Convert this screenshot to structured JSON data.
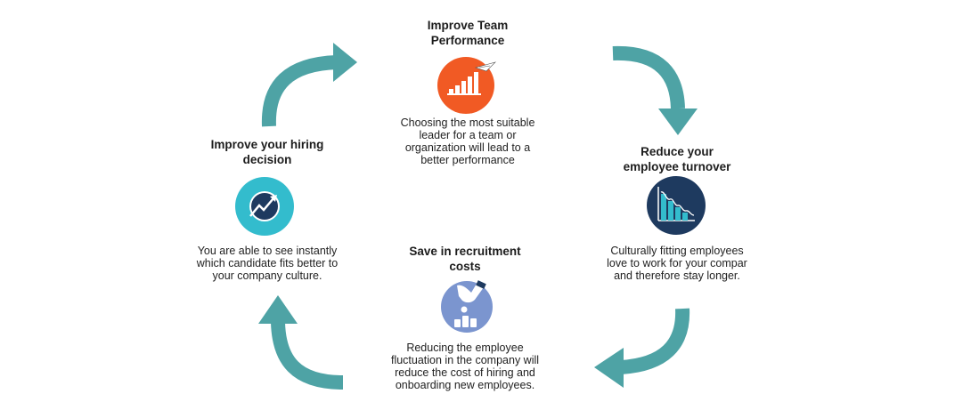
{
  "colors": {
    "arrow": "#4ea3a5",
    "performance_icon": "#f15a24",
    "turnover_icon": "#1e3a5f",
    "cost_icon": "#7b95cf",
    "hiring_icon": "#33bccd"
  },
  "nodes": {
    "performance": {
      "title": "Improve Team Performance",
      "desc_lines": [
        "Choosing the most suitable",
        "leader for a team or",
        "organization will lead to a",
        "better performance"
      ],
      "icon": "bar-chart-growth-icon"
    },
    "turnover": {
      "title_lines": [
        "Reduce your",
        "employee turnover"
      ],
      "desc_lines": [
        "Culturally fitting employees",
        "love to work for your compar",
        "and therefore stay longer."
      ],
      "icon": "declining-chart-icon"
    },
    "cost": {
      "title_lines": [
        "Save in recruitment",
        "costs"
      ],
      "desc_lines": [
        "Reducing the employee",
        "fluctuation in the company will",
        "reduce the cost of hiring and",
        "onboarding new employees."
      ],
      "icon": "hand-coins-icon"
    },
    "hiring": {
      "title_lines": [
        "Improve your hiring",
        "decision"
      ],
      "desc_lines": [
        "You are able to see instantly",
        "which candidate fits better to",
        "your company culture."
      ],
      "icon": "trend-up-icon"
    }
  }
}
